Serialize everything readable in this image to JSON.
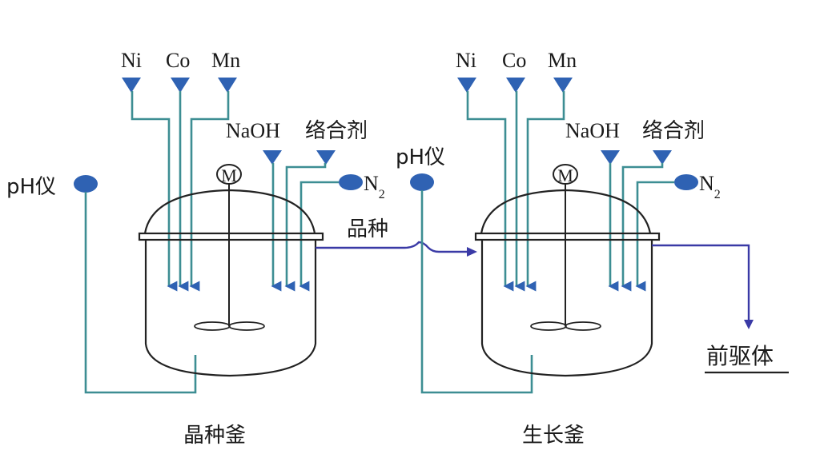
{
  "diagram": {
    "title": "Ni-Co-Mn precursor co-precipitation process (seed reactor + growth reactor)",
    "colors": {
      "feed_pipe": "#3d8e93",
      "feed_marker": "#2f62b3",
      "product_flow": "#3a3aa6",
      "vessel_outline": "#222222"
    },
    "reactors": [
      {
        "id": "seed",
        "name": "晶种釜",
        "metal_feeds": [
          "Ni",
          "Co",
          "Mn"
        ],
        "reagent_feeds": [
          "NaOH",
          "络合剂"
        ],
        "gas_feed": {
          "label": "N",
          "subscript": "2"
        },
        "motor_label": "M",
        "ph_meter_label": "pH仪"
      },
      {
        "id": "growth",
        "name": "生长釜",
        "metal_feeds": [
          "Ni",
          "Co",
          "Mn"
        ],
        "reagent_feeds": [
          "NaOH",
          "络合剂"
        ],
        "gas_feed": {
          "label": "N",
          "subscript": "2"
        },
        "motor_label": "M",
        "ph_meter_label": "pH仪"
      }
    ],
    "transfer_label": "品种",
    "product_label": "前驱体"
  }
}
